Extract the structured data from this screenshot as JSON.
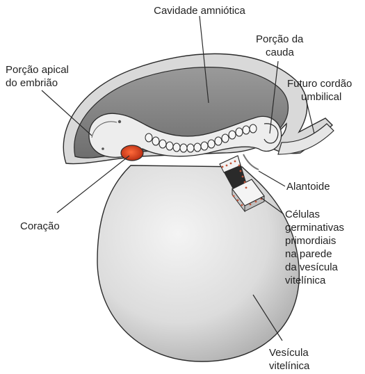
{
  "labels": {
    "amniotic_cavity": "Cavidade amniótica",
    "tail_portion": [
      "Porção da",
      "cauda"
    ],
    "apical_portion": [
      "Porção apical",
      "do embrião"
    ],
    "future_cord": [
      "Futuro cordão",
      "umbilical"
    ],
    "allantois": "Alantoide",
    "heart": "Coração",
    "germ_cells": [
      "Células",
      "germinativas",
      "primordiais",
      "na parede",
      "da vesícula",
      "vitelínica"
    ],
    "yolk_sac": [
      "Vesícula",
      "vitelínica"
    ]
  },
  "colors": {
    "yolk_sac_fill": "#e3e3e3",
    "amnion_fill": "#8a8a8a",
    "embryo_fill": "#ececec",
    "heart": "#d43a1a",
    "outline": "#2a2a2a",
    "cell_dots": "#c2553a"
  }
}
